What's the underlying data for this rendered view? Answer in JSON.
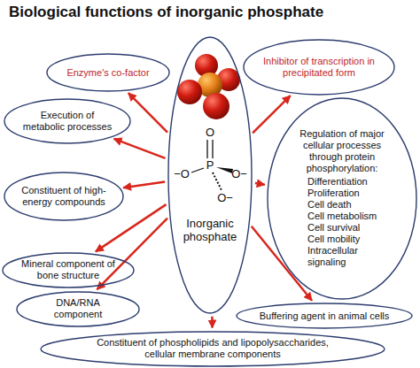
{
  "diagram": {
    "title": "Biological functions of inorganic phosphate",
    "nodes": [
      {
        "text": [
          "Inorganic phosphate"
        ]
      },
      {
        "text": [
          "Enzyme's co-factor"
        ]
      },
      {
        "text": [
          "Inhibitor of transcription in precipitated form"
        ]
      },
      {
        "text": [
          "Execution of metabolic processes"
        ]
      },
      {
        "text": [
          "Regulation of major cellular processes through protein phosphorylation:",
          "Differentiation",
          "Proliferation",
          "Cell death",
          "Cell metabolism",
          "Cell survival",
          "Cell mobility",
          "Intracellular signaling"
        ]
      },
      {
        "text": [
          "Constituent of high-energy compounds"
        ]
      },
      {
        "text": [
          "Mineral component of bone structure"
        ]
      },
      {
        "text": [
          "DNA/RNA component"
        ]
      },
      {
        "text": [
          "Buffering agent in animal cells"
        ]
      },
      {
        "text": [
          "Constituent of phospholipids and lipopolysaccharides, cellular membrane components"
        ]
      }
    ],
    "edges": [
      {
        "from": 0,
        "to": 1,
        "arrow": "to"
      },
      {
        "from": 0,
        "to": 2,
        "arrow": "to"
      },
      {
        "from": 0,
        "to": 3,
        "arrow": "to"
      },
      {
        "from": 0,
        "to": 4,
        "arrow": "to"
      },
      {
        "from": 0,
        "to": 5,
        "arrow": "to"
      },
      {
        "from": 0,
        "to": 6,
        "arrow": "to"
      },
      {
        "from": 0,
        "to": 7,
        "arrow": "to"
      },
      {
        "from": 0,
        "to": 8,
        "arrow": "to"
      },
      {
        "from": 0,
        "to": 9,
        "arrow": "to"
      }
    ],
    "labels": [
      "O",
      "−O",
      "P",
      "O−",
      "O−"
    ]
  }
}
